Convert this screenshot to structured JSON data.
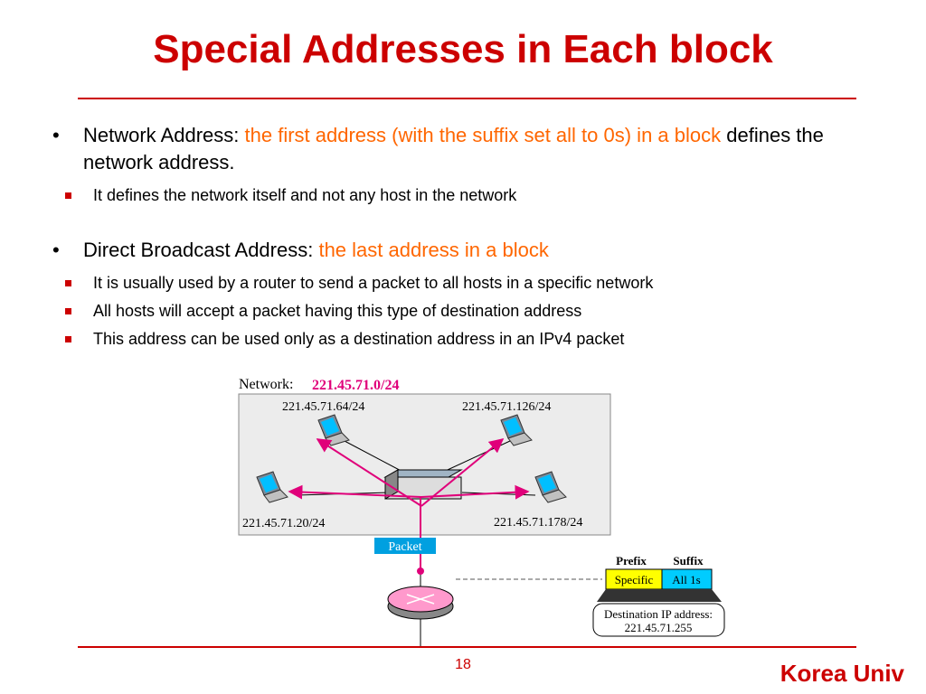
{
  "title": "Special Addresses in Each block",
  "bullets": [
    {
      "lead": "Network Address: ",
      "highlight": "the first address (with the suffix set all to 0s) in a block",
      "rest": "defines the network address.",
      "subs": [
        "It defines the network itself and not any host in the network"
      ]
    },
    {
      "lead": "Direct Broadcast Address: ",
      "highlight": "the last address in a block",
      "rest": "",
      "subs": [
        "It is usually used by a router to send a packet to all hosts in a specific network",
        "All hosts will accept a packet having this type of destination address",
        "This address can be used only as a destination address in an IPv4 packet"
      ]
    }
  ],
  "diagram": {
    "network_label": "Network:",
    "network_value": "221.45.71.0/24",
    "hosts": [
      "221.45.71.64/24",
      "221.45.71.126/24",
      "221.45.71.20/24",
      "221.45.71.178/24"
    ],
    "packet_label": "Packet",
    "prefix_label": "Prefix",
    "suffix_label": "Suffix",
    "prefix_value": "Specific",
    "suffix_value": "All 1s",
    "dest_label": "Destination IP address:",
    "dest_value": "221.45.71.255",
    "colors": {
      "accent": "#e0007a",
      "packet": "#00a0e0",
      "prefix": "#ffff00",
      "suffix": "#00ccff"
    }
  },
  "footer": {
    "page_number": "18",
    "brand": "Korea Univ"
  }
}
